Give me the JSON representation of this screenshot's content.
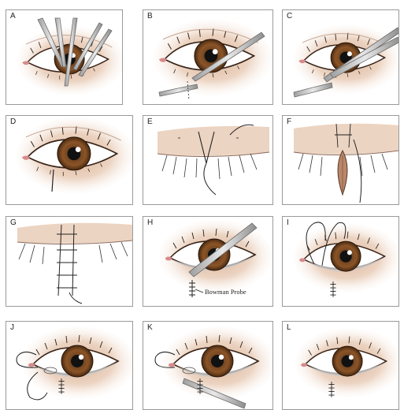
{
  "panels": {
    "a": {
      "label": "A"
    },
    "b": {
      "label": "B"
    },
    "c": {
      "label": "C"
    },
    "d": {
      "label": "D"
    },
    "e": {
      "label": "E"
    },
    "f": {
      "label": "F"
    },
    "g": {
      "label": "G"
    },
    "h": {
      "label": "H",
      "annotation": "Bowman Probe"
    },
    "i": {
      "label": "I"
    },
    "j": {
      "label": "J"
    },
    "k": {
      "label": "K"
    },
    "l": {
      "label": "L"
    }
  },
  "colors": {
    "skin": "#e7c9b2",
    "skin_shadow": "#c9a88f",
    "iris": "#7a4a25",
    "pupil": "#111111",
    "sclera": "#ffffff",
    "steel": "#b9b9b9",
    "ink": "#222222"
  }
}
